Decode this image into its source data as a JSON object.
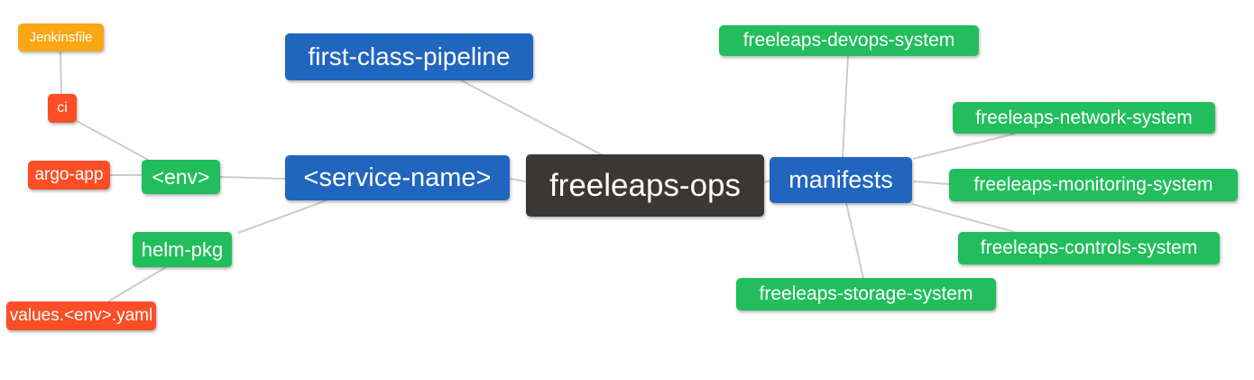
{
  "diagram": {
    "type": "mindmap",
    "root": "freeleaps-ops",
    "background": "#FFFFFF",
    "colors": {
      "root_bg": "#3B3735",
      "branch_bg": "#2166BE",
      "leaf_green": "#22BE5C",
      "leaf_red": "#FB4E26",
      "leaf_amber": "#FAA615",
      "edge": "#CCCCCC",
      "text": "#FFFFFF"
    },
    "nodes": [
      {
        "id": "jenkinsfile",
        "label": "Jenkinsfile",
        "color": "#FAA615"
      },
      {
        "id": "ci",
        "label": "ci",
        "color": "#FB4E26"
      },
      {
        "id": "argo-app",
        "label": "argo-app",
        "color": "#FB4E26"
      },
      {
        "id": "env",
        "label": "<env>",
        "color": "#22BE5C"
      },
      {
        "id": "helm-pkg",
        "label": "helm-pkg",
        "color": "#22BE5C"
      },
      {
        "id": "values-env-yaml",
        "label": "values.<env>.yaml",
        "color": "#FB4E26"
      },
      {
        "id": "first-class-pipeline",
        "label": "first-class-pipeline",
        "color": "#2166BE"
      },
      {
        "id": "service-name",
        "label": "<service-name>",
        "color": "#2166BE"
      },
      {
        "id": "freeleaps-ops",
        "label": "freeleaps-ops",
        "color": "#3B3735"
      },
      {
        "id": "manifests",
        "label": "manifests",
        "color": "#2166BE"
      },
      {
        "id": "devops",
        "label": "freeleaps-devops-system",
        "color": "#22BE5C"
      },
      {
        "id": "network",
        "label": "freeleaps-network-system",
        "color": "#22BE5C"
      },
      {
        "id": "monitoring",
        "label": "freeleaps-monitoring-system",
        "color": "#22BE5C"
      },
      {
        "id": "controls",
        "label": "freeleaps-controls-system",
        "color": "#22BE5C"
      },
      {
        "id": "storage",
        "label": "freeleaps-storage-system",
        "color": "#22BE5C"
      }
    ],
    "edges": [
      [
        "Jenkinsfile",
        "ci"
      ],
      [
        "ci",
        "<env>"
      ],
      [
        "argo-app",
        "<env>"
      ],
      [
        "<env>",
        "<service-name>"
      ],
      [
        "helm-pkg",
        "<service-name>"
      ],
      [
        "values.<env>.yaml",
        "helm-pkg"
      ],
      [
        "first-class-pipeline",
        "freeleaps-ops"
      ],
      [
        "<service-name>",
        "freeleaps-ops"
      ],
      [
        "freeleaps-ops",
        "manifests"
      ],
      [
        "manifests",
        "freeleaps-devops-system"
      ],
      [
        "manifests",
        "freeleaps-network-system"
      ],
      [
        "manifests",
        "freeleaps-monitoring-system"
      ],
      [
        "manifests",
        "freeleaps-controls-system"
      ],
      [
        "manifests",
        "freeleaps-storage-system"
      ]
    ],
    "tree": {
      "label": "freeleaps-ops",
      "children": [
        {
          "label": "first-class-pipeline"
        },
        {
          "label": "<service-name>",
          "children": [
            {
              "label": "<env>",
              "children": [
                {
                  "label": "ci",
                  "children": [
                    {
                      "label": "Jenkinsfile"
                    }
                  ]
                },
                {
                  "label": "argo-app"
                }
              ]
            },
            {
              "label": "helm-pkg",
              "children": [
                {
                  "label": "values.<env>.yaml"
                }
              ]
            }
          ]
        },
        {
          "label": "manifests",
          "children": [
            {
              "label": "freeleaps-devops-system"
            },
            {
              "label": "freeleaps-network-system"
            },
            {
              "label": "freeleaps-monitoring-system"
            },
            {
              "label": "freeleaps-controls-system"
            },
            {
              "label": "freeleaps-storage-system"
            }
          ]
        }
      ]
    }
  }
}
